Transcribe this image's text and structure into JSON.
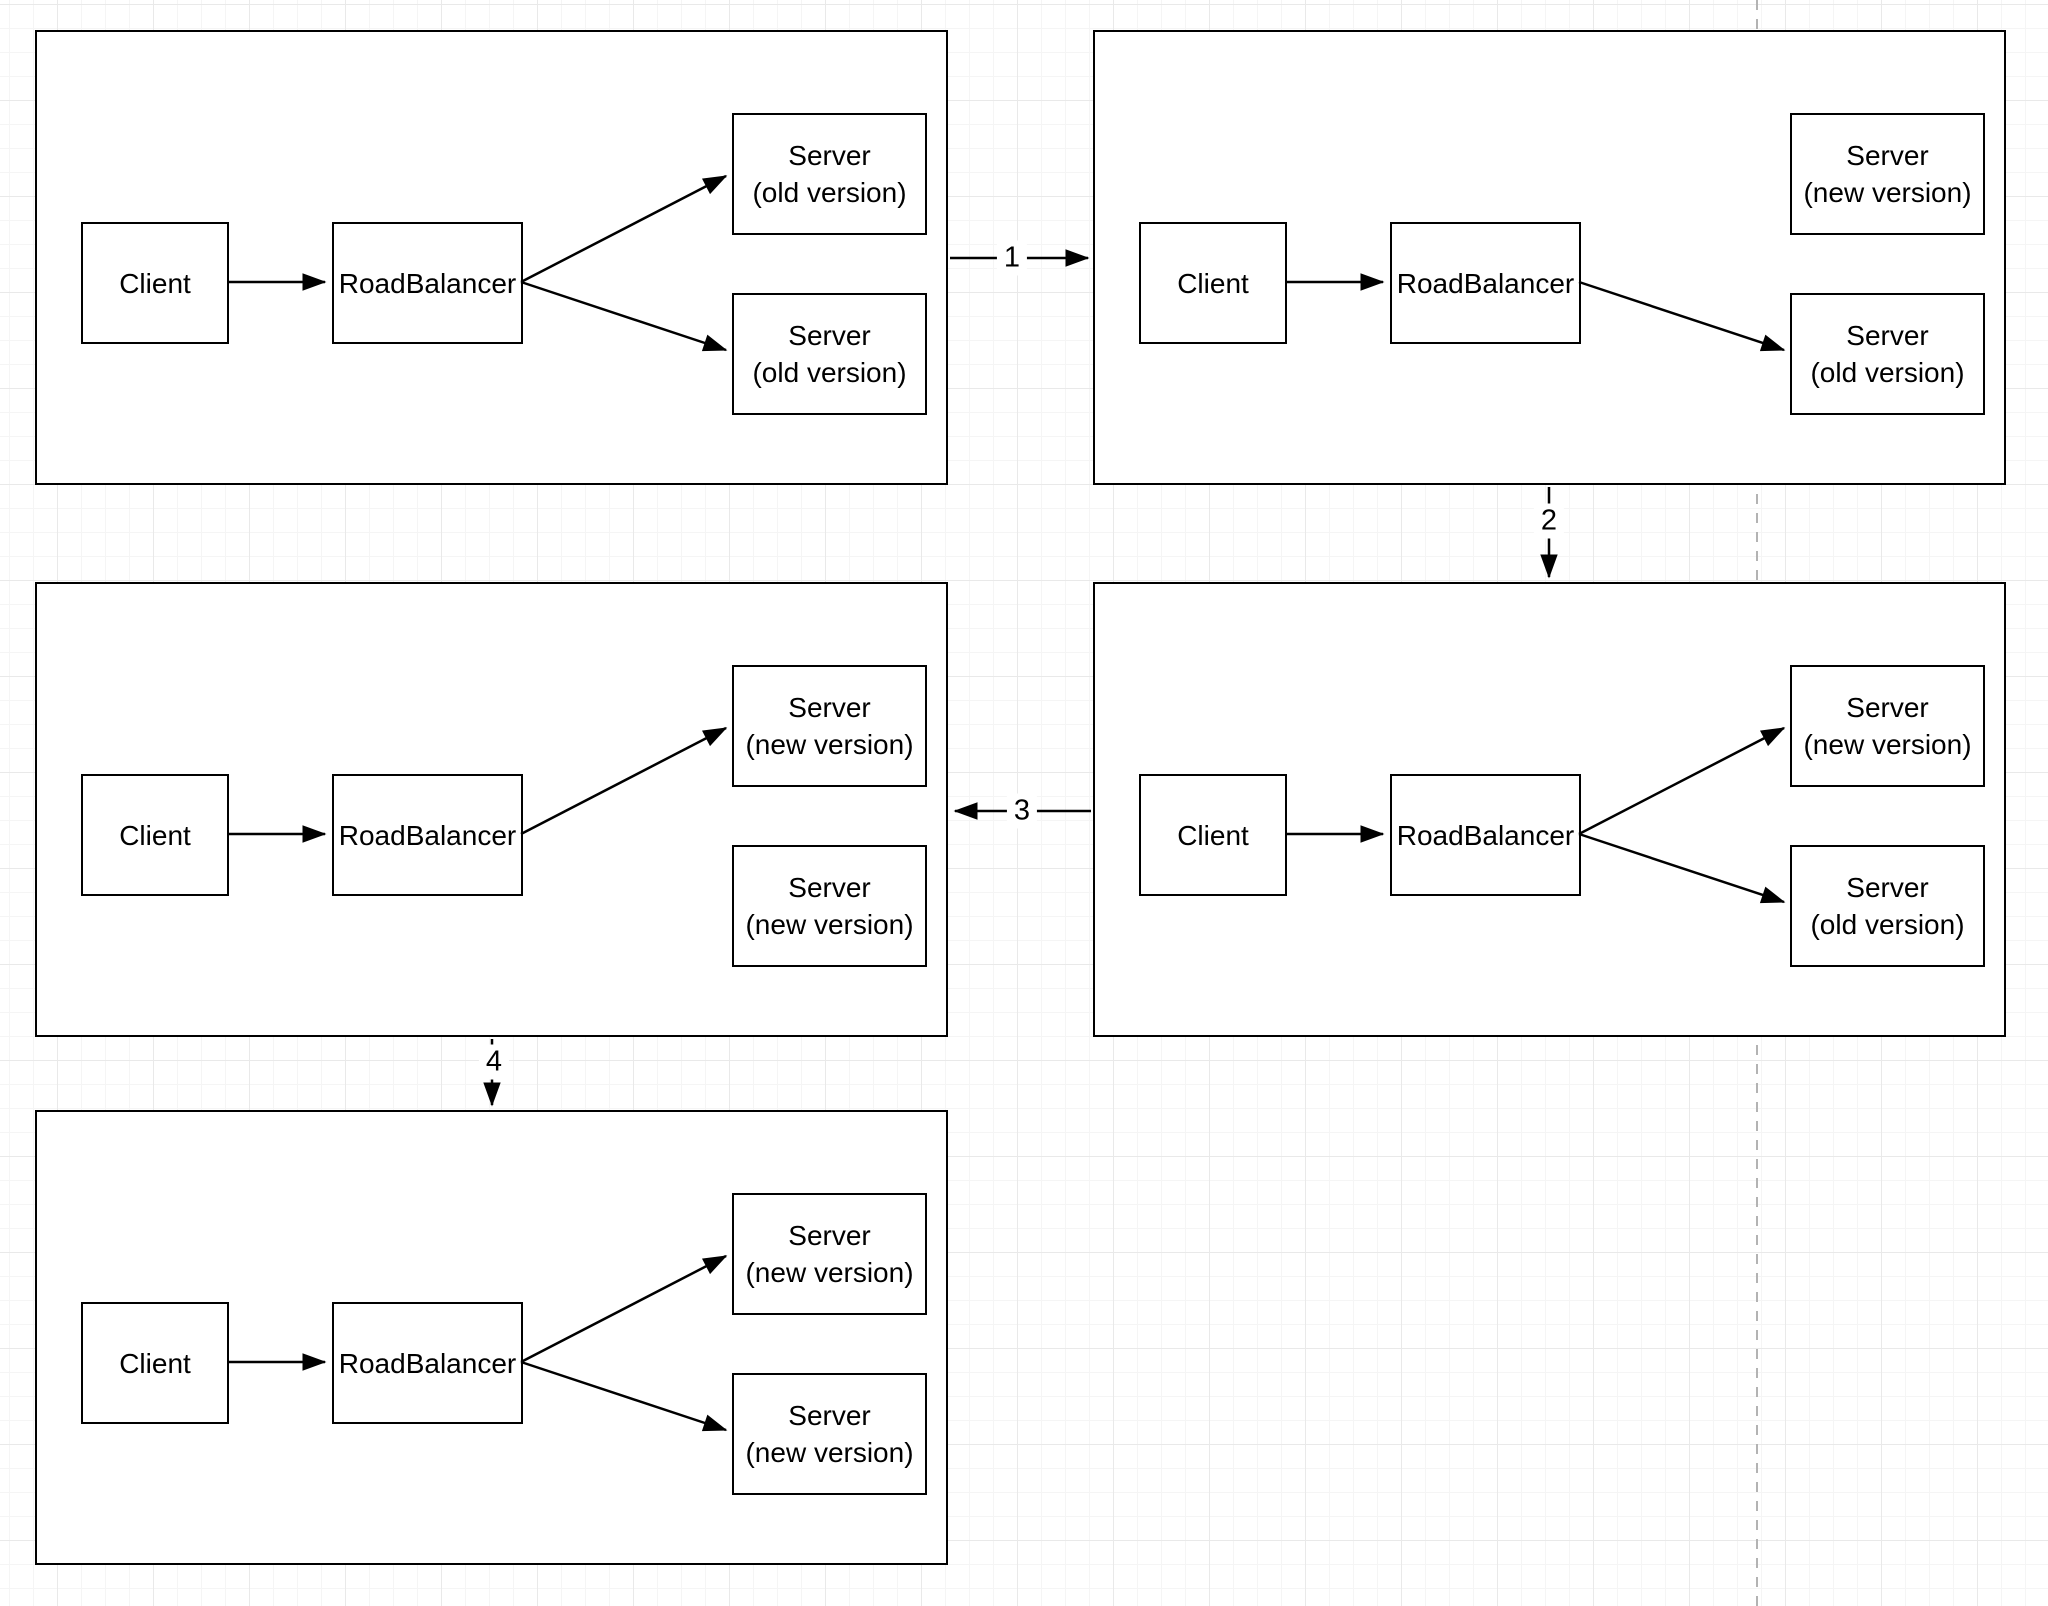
{
  "canvas": {
    "background_color": "#ffffff",
    "grid_minor_color": "#f5f5f5",
    "grid_major_color": "#e9e9e9",
    "page_break_line_color": "#b3b3b3",
    "shape_stroke_color": "#000000",
    "shape_fill_color": "#ffffff",
    "text_color": "#000000"
  },
  "panels": [
    {
      "position": "top-left",
      "nodes": {
        "client": {
          "label": "Client"
        },
        "roadbalancer": {
          "label": "RoadBalancer"
        },
        "server_top": {
          "label": "Server\n(old version)"
        },
        "server_bottom": {
          "label": "Server\n(old version)"
        }
      },
      "edges": [
        "Client → RoadBalancer",
        "RoadBalancer → Server (old version) top",
        "RoadBalancer → Server (old version) bottom"
      ]
    },
    {
      "position": "top-right",
      "nodes": {
        "client": {
          "label": "Client"
        },
        "roadbalancer": {
          "label": "RoadBalancer"
        },
        "server_top": {
          "label": "Server\n(new version)"
        },
        "server_bottom": {
          "label": "Server\n(old version)"
        }
      },
      "edges": [
        "Client → RoadBalancer",
        "RoadBalancer → Server (old version) bottom"
      ]
    },
    {
      "position": "middle-left",
      "nodes": {
        "client": {
          "label": "Client"
        },
        "roadbalancer": {
          "label": "RoadBalancer"
        },
        "server_top": {
          "label": "Server\n(new version)"
        },
        "server_bottom": {
          "label": "Server\n(new version)"
        }
      },
      "edges": [
        "Client → RoadBalancer",
        "RoadBalancer → Server (new version) top"
      ]
    },
    {
      "position": "middle-right",
      "nodes": {
        "client": {
          "label": "Client"
        },
        "roadbalancer": {
          "label": "RoadBalancer"
        },
        "server_top": {
          "label": "Server\n(new version)"
        },
        "server_bottom": {
          "label": "Server\n(old version)"
        }
      },
      "edges": [
        "Client → RoadBalancer",
        "RoadBalancer → Server (new version) top",
        "RoadBalancer → Server (old version) bottom"
      ]
    },
    {
      "position": "bottom-left",
      "nodes": {
        "client": {
          "label": "Client"
        },
        "roadbalancer": {
          "label": "RoadBalancer"
        },
        "server_top": {
          "label": "Server\n(new version)"
        },
        "server_bottom": {
          "label": "Server\n(new version)"
        }
      },
      "edges": [
        "Client → RoadBalancer",
        "RoadBalancer → Server (new version) top",
        "RoadBalancer → Server (new version) bottom"
      ]
    }
  ],
  "step_arrows": [
    {
      "label": "1",
      "from": "top-left",
      "to": "top-right",
      "direction": "right"
    },
    {
      "label": "2",
      "from": "top-right",
      "to": "middle-right",
      "direction": "down"
    },
    {
      "label": "3",
      "from": "middle-right",
      "to": "middle-left",
      "direction": "left"
    },
    {
      "label": "4",
      "from": "middle-left",
      "to": "bottom-left",
      "direction": "down"
    }
  ]
}
